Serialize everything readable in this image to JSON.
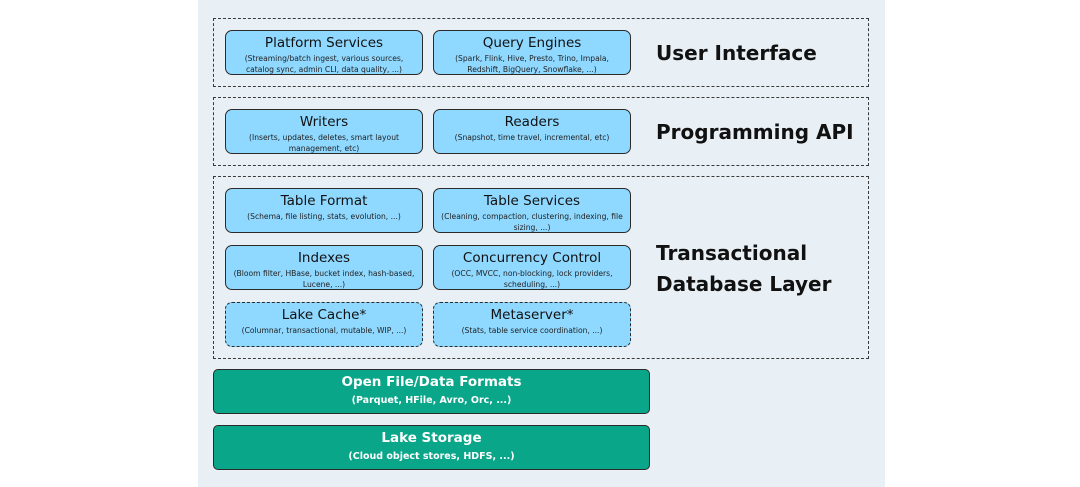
{
  "colors": {
    "background": "#e8f0f5",
    "component_fill": "#8fd8ff",
    "base_fill": "#0aa689",
    "border": "#2b2b2b"
  },
  "layers": {
    "user_interface": {
      "label": "User Interface",
      "components": [
        {
          "title": "Platform Services",
          "subtitle": "(Streaming/batch ingest, various sources, catalog sync, admin CLI, data quality, ...)"
        },
        {
          "title": "Query Engines",
          "subtitle": "(Spark, Flink, Hive, Presto, Trino, Impala, Redshift, BigQuery, Snowflake, ...)"
        }
      ]
    },
    "programming_api": {
      "label": "Programming API",
      "components": [
        {
          "title": "Writers",
          "subtitle": "(Inserts, updates, deletes, smart layout management, etc)"
        },
        {
          "title": "Readers",
          "subtitle": "(Snapshot, time travel, incremental, etc)"
        }
      ]
    },
    "transactional_database": {
      "label": "Transactional\nDatabase Layer",
      "components": [
        {
          "title": "Table Format",
          "subtitle": "(Schema, file listing, stats, evolution, ...)"
        },
        {
          "title": "Table Services",
          "subtitle": "(Cleaning, compaction, clustering, indexing, file sizing, ...)"
        },
        {
          "title": "Indexes",
          "subtitle": "(Bloom filter, HBase, bucket index, hash-based, Lucene, ...)"
        },
        {
          "title": "Concurrency Control",
          "subtitle": "(OCC, MVCC, non-blocking, lock providers, scheduling, ...)"
        },
        {
          "title": "Lake Cache*",
          "subtitle": "(Columnar, transactional, mutable, WIP, ...)"
        },
        {
          "title": "Metaserver*",
          "subtitle": "(Stats, table service coordination, ...)"
        }
      ]
    }
  },
  "base_layers": [
    {
      "title": "Open File/Data Formats",
      "subtitle": "(Parquet, HFile, Avro, Orc, ...)"
    },
    {
      "title": "Lake Storage",
      "subtitle": "(Cloud object stores, HDFS, ...)"
    }
  ]
}
